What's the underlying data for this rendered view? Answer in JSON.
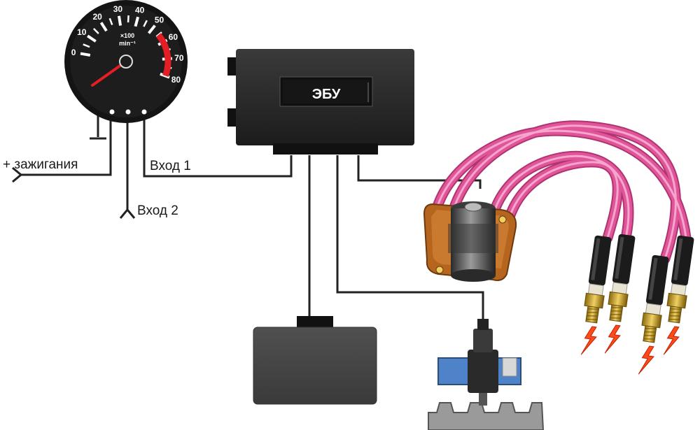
{
  "tachometer": {
    "ticks": [
      "0",
      "10",
      "20",
      "30",
      "40",
      "50",
      "60",
      "70",
      "80"
    ],
    "unit_line1": "×100",
    "unit_line2": "min⁻¹",
    "red_zone_color": "#e31e24"
  },
  "ecu": {
    "label": "ЭБУ"
  },
  "labels": {
    "ignition": "+ зажигания",
    "input1": "Вход 1",
    "input2": "Вход 2"
  },
  "colors": {
    "wire": "#222222",
    "hv_lead": "#e0559a",
    "spark": "#ff4a1a"
  }
}
